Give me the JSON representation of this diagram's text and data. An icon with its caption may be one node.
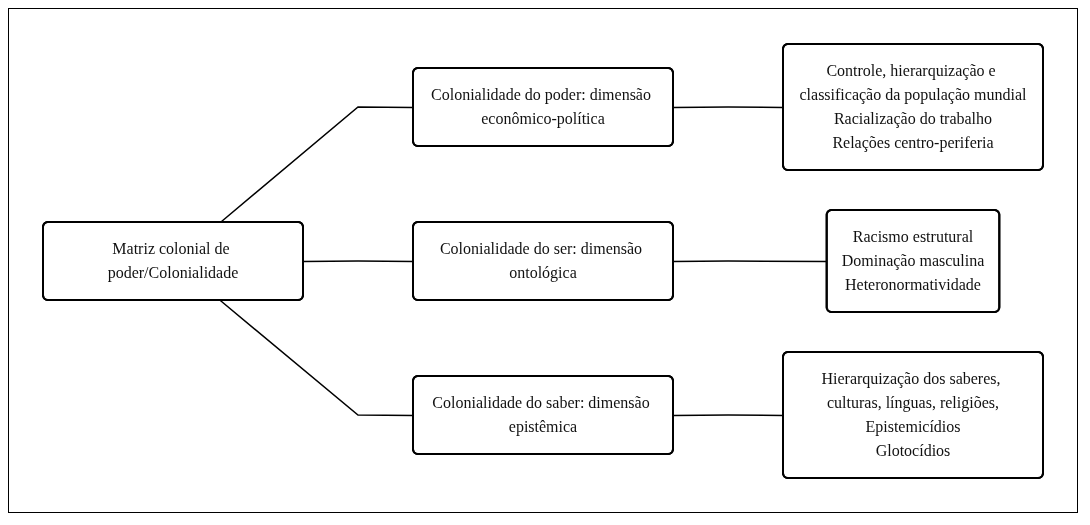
{
  "diagram": {
    "nodes": [
      {
        "text": [
          "Matriz colonial de poder/Colonialidade"
        ]
      },
      {
        "text": [
          "Colonialidade do poder: dimensão econômico-política"
        ]
      },
      {
        "text": [
          "Colonialidade do ser: dimensão ontológica"
        ]
      },
      {
        "text": [
          "Colonialidade do saber: dimensão epistêmica"
        ]
      },
      {
        "text": [
          "Controle, hierarquização e classificação da população mundial",
          "Racialização do trabalho",
          "Relações centro-periferia"
        ]
      },
      {
        "text": [
          "Racismo estrutural",
          "Dominação masculina",
          "Heteronormatividade"
        ]
      },
      {
        "text": [
          "Hierarquização dos saberes, culturas, línguas, religiões,",
          "Epistemicídios",
          "Glotocídios"
        ]
      }
    ],
    "edges": [
      {
        "from": 0,
        "to": 1,
        "arrow": "none"
      },
      {
        "from": 0,
        "to": 2,
        "arrow": "none"
      },
      {
        "from": 0,
        "to": 3,
        "arrow": "none"
      },
      {
        "from": 1,
        "to": 4,
        "arrow": "none"
      },
      {
        "from": 2,
        "to": 5,
        "arrow": "none"
      },
      {
        "from": 3,
        "to": 6,
        "arrow": "none"
      }
    ]
  }
}
